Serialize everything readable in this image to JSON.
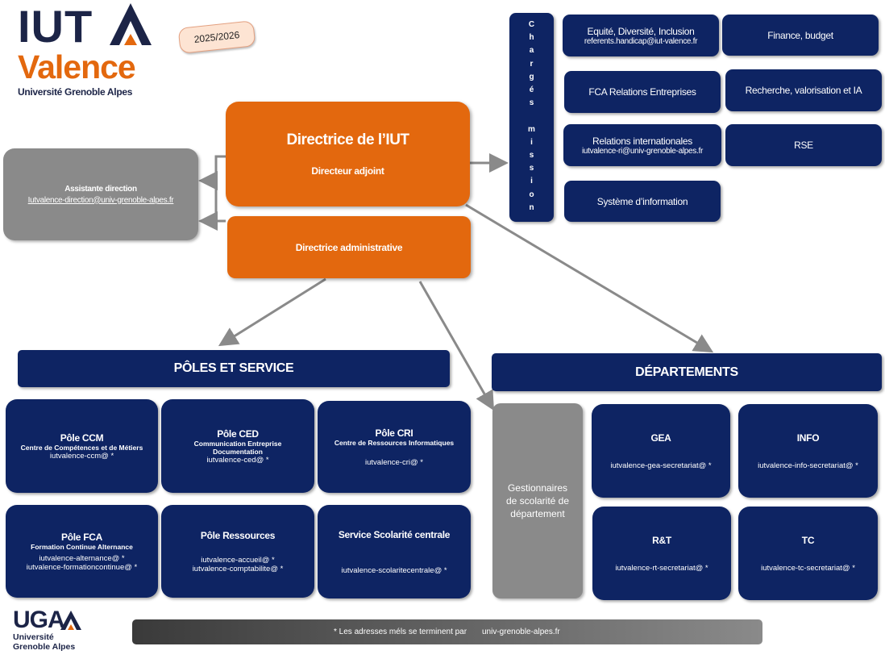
{
  "logo": {
    "iut": "IUT",
    "valence": "Valence",
    "university": "Université Grenoble Alpes"
  },
  "year_badge": "2025/2026",
  "direction": {
    "directrice": "Directrice de l’IUT",
    "adjoint": "Directeur adjoint",
    "administrative": "Directrice administrative",
    "assistante_title": "Assistante direction",
    "assistante_email": "Iutvalence-direction@univ-grenoble-alpes.fr"
  },
  "charges_mission": {
    "letters": [
      "C",
      "h",
      "a",
      "r",
      "g",
      "é",
      "s",
      "",
      "m",
      "i",
      "s",
      "s",
      "i",
      "o",
      "n"
    ],
    "items": [
      {
        "label": "Equité, Diversité, Inclusion",
        "email": "referents.handicap@iut-valence.fr"
      },
      {
        "label": "Finance, budget",
        "email": ""
      },
      {
        "label": "FCA Relations Entreprises",
        "email": ""
      },
      {
        "label": "Recherche, valorisation et IA",
        "email": ""
      },
      {
        "label": "Relations internationales",
        "email": "iutvalence-ri@univ-grenoble-alpes.fr"
      },
      {
        "label": "RSE",
        "email": ""
      },
      {
        "label": "Système d’information",
        "email": ""
      }
    ]
  },
  "poles": {
    "header": "PÔLES ET SERVICE",
    "items": [
      {
        "title": "Pôle CCM",
        "subtitle": "Centre de Compétences et de Métiers",
        "emails": [
          "iutvalence-ccm@ *"
        ]
      },
      {
        "title": "Pôle CED",
        "subtitle": "Communication Entreprise Documentation",
        "emails": [
          "iutvalence-ced@ *"
        ]
      },
      {
        "title": "Pôle CRI",
        "subtitle": "Centre de Ressources Informatiques",
        "emails": [
          "iutvalence-cri@ *"
        ]
      },
      {
        "title": "Pôle FCA",
        "subtitle": "Formation Continue Alternance",
        "emails": [
          "iutvalence-alternance@ *",
          "iutvalence-formationcontinue@ *"
        ]
      },
      {
        "title": "Pôle Ressources",
        "subtitle": "",
        "emails": [
          "iutvalence-accueil@ *",
          "iutvalence-comptabilite@ *"
        ]
      },
      {
        "title": "Service Scolarité centrale",
        "subtitle": "",
        "emails": [
          "iutvalence-scolaritecentrale@ *"
        ]
      }
    ]
  },
  "departements": {
    "header": "DÉPARTEMENTS",
    "gestionnaires": "Gestionnaires de scolarité de département",
    "items": [
      {
        "title": "GEA",
        "email": "iutvalence-gea-secretariat@ *"
      },
      {
        "title": "INFO",
        "email": "iutvalence-info-secretariat@ *"
      },
      {
        "title": "R&T",
        "email": "iutvalence-rt-secretariat@ *"
      },
      {
        "title": "TC",
        "email": "iutvalence-tc-secretariat@ *"
      }
    ]
  },
  "footer": {
    "note": "* Les adresses méls se terminent par",
    "domain": "univ-grenoble-alpes.fr"
  },
  "uga_logo": {
    "acronym": "UGA",
    "line1": "Université",
    "line2": "Grenoble Alpes"
  },
  "colors": {
    "navy": "#0e2463",
    "orange": "#e3680e",
    "grey": "#8a8a8a"
  }
}
